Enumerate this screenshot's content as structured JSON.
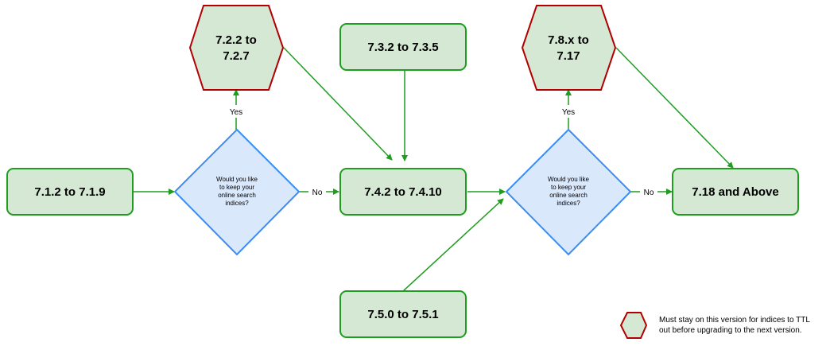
{
  "colors": {
    "box_fill": "#d5e8d4",
    "box_stroke": "#1f9d1f",
    "hex_stroke": "#b20000",
    "diamond_fill": "#dae8fc",
    "diamond_stroke": "#3b8ef0",
    "arrow": "#1f9d1f"
  },
  "boxes": {
    "v712": "7.1.2 to 7.1.9",
    "v732": "7.3.2 to 7.3.5",
    "v742": "7.4.2 to 7.4.10",
    "v750": "7.5.0 to 7.5.1",
    "v718": "7.18 and Above"
  },
  "hexagons": {
    "h722": [
      "7.2.2 to",
      "7.2.7"
    ],
    "h78x": [
      "7.8.x to",
      "7.17"
    ]
  },
  "questions": {
    "q1": [
      "Would you like",
      "to keep your",
      "online search",
      "indices?"
    ],
    "q2": [
      "Would you like",
      "to keep your",
      "online search",
      "indices?"
    ]
  },
  "labels": {
    "yes1": "Yes",
    "no1": "No",
    "yes2": "Yes",
    "no2": "No"
  },
  "legend": {
    "shape": "hexagon",
    "lines": [
      "Must stay on this version for indices to TTL",
      "out before upgrading to the next version."
    ]
  }
}
